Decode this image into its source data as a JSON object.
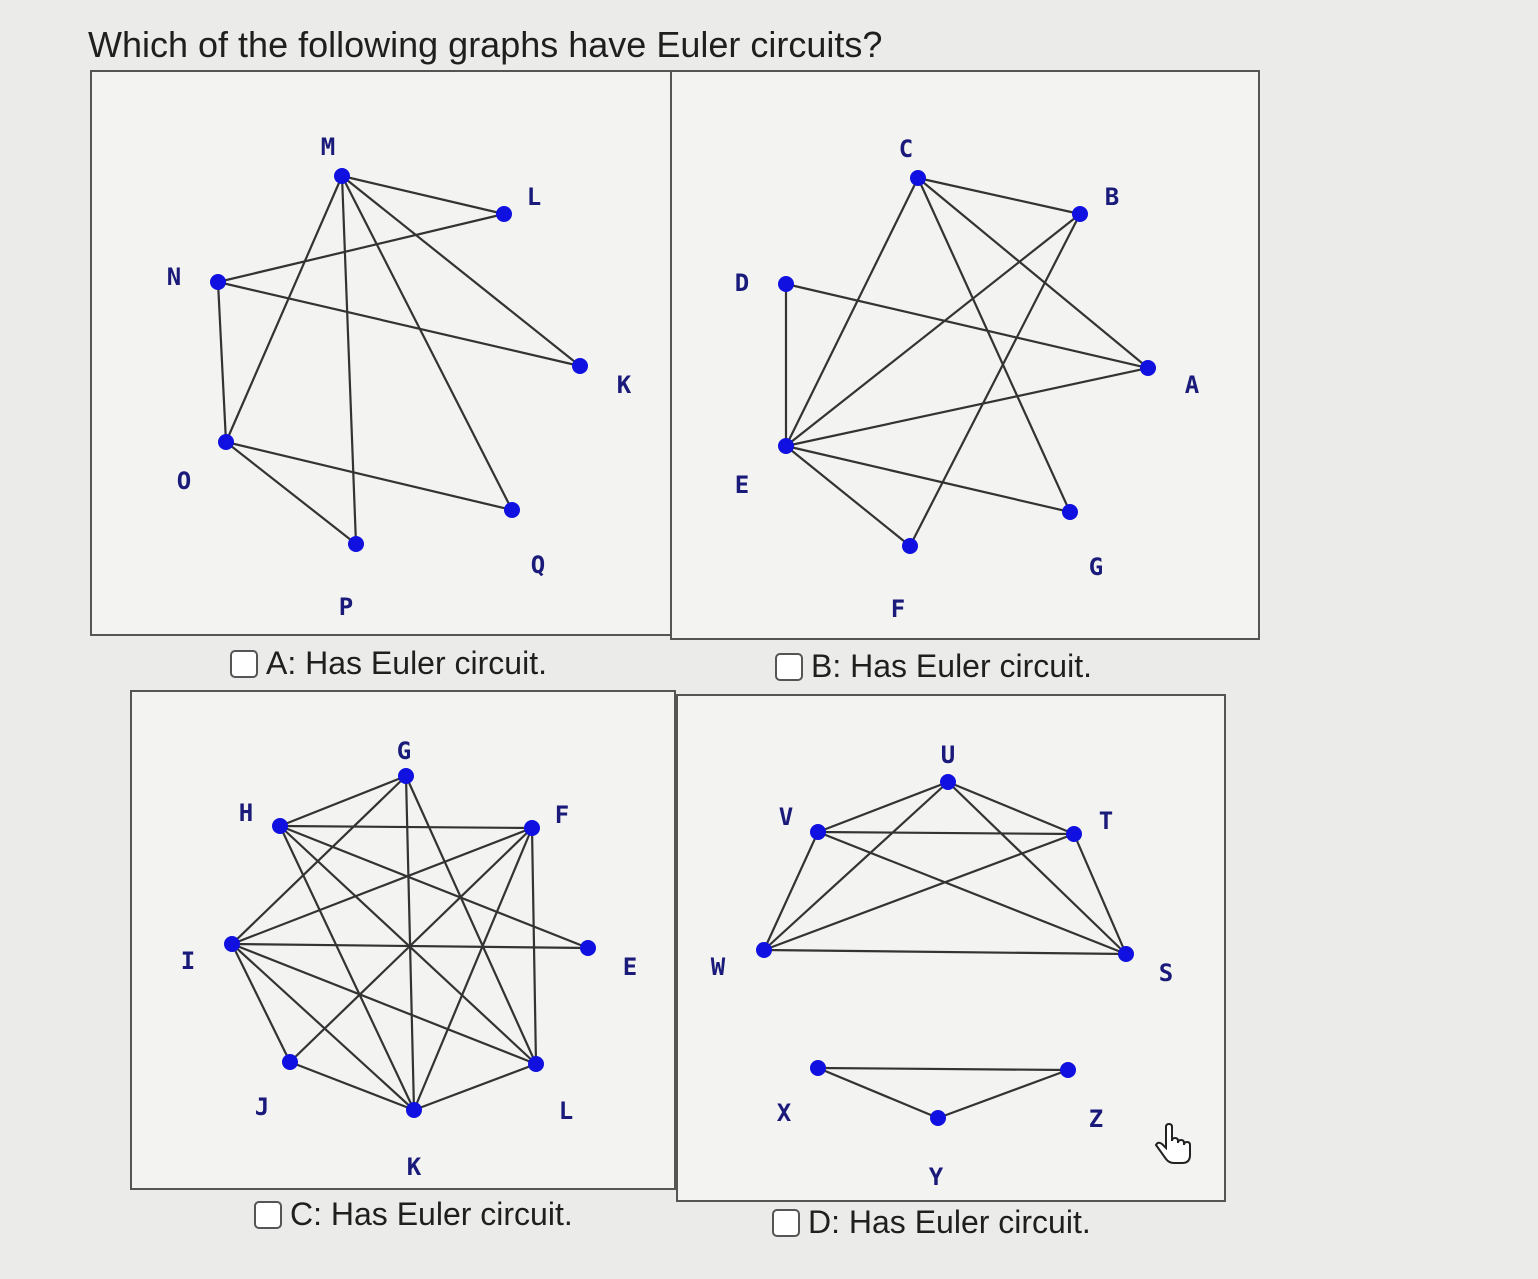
{
  "question": "Which of the following graphs have Euler circuits?",
  "options": [
    {
      "label": "A: Has Euler circuit.",
      "checked": false
    },
    {
      "label": "B: Has Euler circuit.",
      "checked": false
    },
    {
      "label": "C: Has Euler circuit.",
      "checked": false
    },
    {
      "label": "D: Has Euler circuit.",
      "checked": false
    }
  ],
  "graphs": {
    "A": {
      "vertices": [
        "M",
        "L",
        "K",
        "Q",
        "P",
        "O",
        "N"
      ],
      "edges": [
        [
          "M",
          "L"
        ],
        [
          "M",
          "K"
        ],
        [
          "M",
          "Q"
        ],
        [
          "M",
          "P"
        ],
        [
          "M",
          "O"
        ],
        [
          "N",
          "L"
        ],
        [
          "N",
          "K"
        ],
        [
          "N",
          "O"
        ],
        [
          "O",
          "Q"
        ],
        [
          "O",
          "P"
        ]
      ]
    },
    "B": {
      "vertices": [
        "C",
        "B",
        "A",
        "G",
        "F",
        "E",
        "D"
      ],
      "edges": [
        [
          "C",
          "B"
        ],
        [
          "C",
          "A"
        ],
        [
          "C",
          "G"
        ],
        [
          "C",
          "E"
        ],
        [
          "B",
          "E"
        ],
        [
          "D",
          "E"
        ],
        [
          "D",
          "A"
        ],
        [
          "E",
          "A"
        ],
        [
          "E",
          "G"
        ],
        [
          "E",
          "F"
        ],
        [
          "F",
          "B"
        ]
      ]
    },
    "C": {
      "vertices": [
        "G",
        "F",
        "E",
        "L",
        "K",
        "J",
        "I",
        "H"
      ],
      "edges": [
        [
          "G",
          "H"
        ],
        [
          "G",
          "I"
        ],
        [
          "G",
          "K"
        ],
        [
          "G",
          "L"
        ],
        [
          "H",
          "F"
        ],
        [
          "H",
          "E"
        ],
        [
          "H",
          "L"
        ],
        [
          "H",
          "K"
        ],
        [
          "I",
          "F"
        ],
        [
          "I",
          "E"
        ],
        [
          "I",
          "L"
        ],
        [
          "I",
          "J"
        ],
        [
          "I",
          "K"
        ],
        [
          "J",
          "F"
        ],
        [
          "J",
          "K"
        ],
        [
          "K",
          "F"
        ],
        [
          "L",
          "F"
        ],
        [
          "L",
          "K"
        ]
      ]
    },
    "D": {
      "vertices": [
        "U",
        "T",
        "S",
        "Z",
        "Y",
        "X",
        "W",
        "V"
      ],
      "edges": [
        [
          "U",
          "V"
        ],
        [
          "U",
          "T"
        ],
        [
          "U",
          "W"
        ],
        [
          "U",
          "S"
        ],
        [
          "V",
          "T"
        ],
        [
          "V",
          "W"
        ],
        [
          "V",
          "S"
        ],
        [
          "T",
          "W"
        ],
        [
          "T",
          "S"
        ],
        [
          "W",
          "S"
        ],
        [
          "X",
          "Z"
        ],
        [
          "X",
          "Y"
        ],
        [
          "Y",
          "Z"
        ]
      ]
    }
  }
}
